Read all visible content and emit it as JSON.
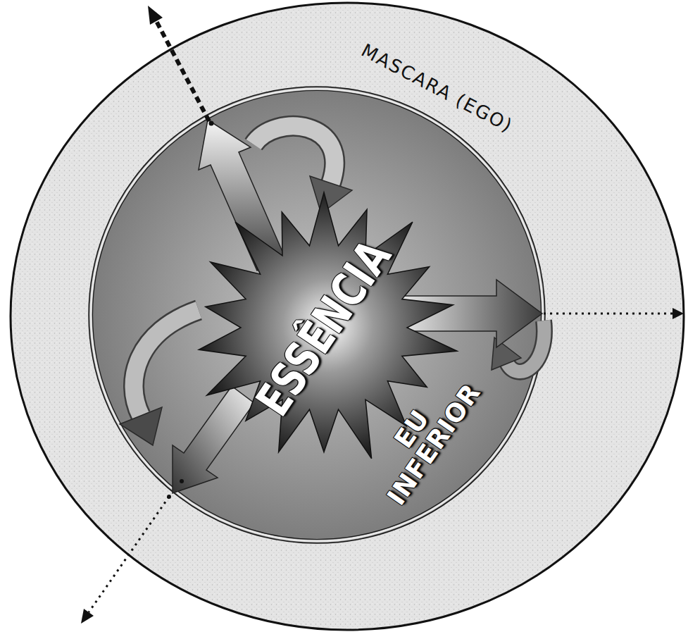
{
  "diagram": {
    "nodes": [
      {
        "text": [
          "MASCARA (EGO)"
        ]
      },
      {
        "text": [
          "EU INFERIOR"
        ],
        "in": 0
      },
      {
        "text": [
          "ESSÊNCIA"
        ],
        "in": 1
      }
    ]
  }
}
